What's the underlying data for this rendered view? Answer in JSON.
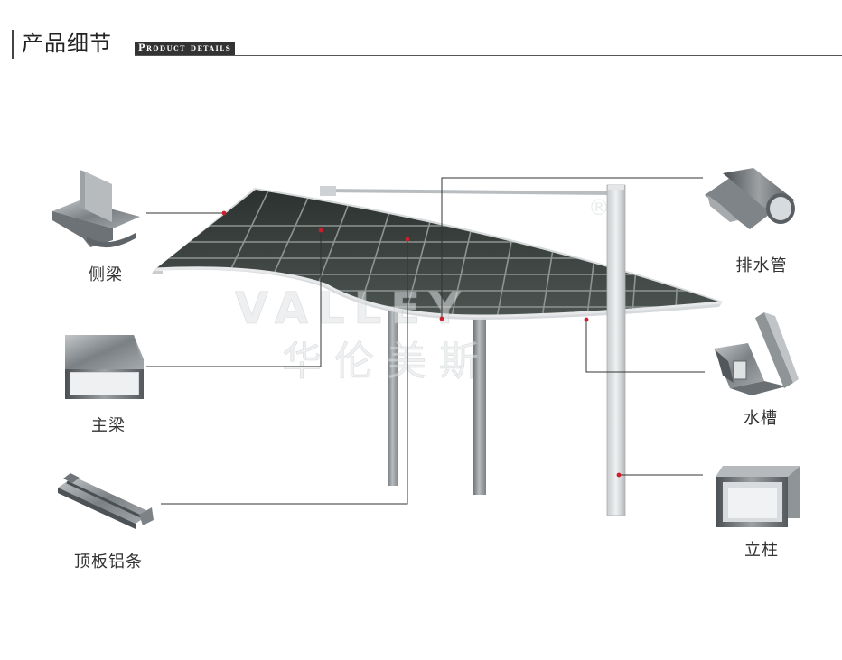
{
  "header": {
    "title": "产品细节",
    "subtitle": "Product details"
  },
  "watermark": {
    "brand_latin": "VALLEY",
    "brand_cn": "华 伦 美 斯",
    "registered": "®"
  },
  "parts": {
    "side_beam": "侧梁",
    "main_beam": "主梁",
    "roof_strip": "顶板铝条",
    "drain_pipe": "排水管",
    "gutter": "水槽",
    "column": "立柱"
  },
  "colors": {
    "accent_dot": "#cc1f2b",
    "line": "#333333",
    "panel": "#3a3f3c",
    "frame": "#c9cdcf",
    "metal": "#8d9296"
  }
}
